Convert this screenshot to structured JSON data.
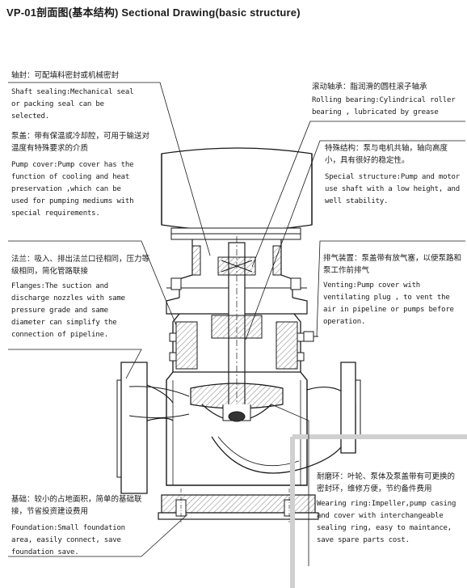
{
  "title": "VP-01剖面图(基本结构)  Sectional Drawing(basic structure)",
  "annotations": {
    "shaft_seal": {
      "zh": "轴封：可配填料密封或机械密封",
      "en": "Shaft sealing:Mechanical seal or packing seal can be selected."
    },
    "pump_cover": {
      "zh": "泵盖：带有保温或冷却腔，可用于输送对温度有特殊要求的介质",
      "en": "Pump cover:Pump cover has the function of cooling and heat preservation ,which can be used for pumping mediums with special requirements."
    },
    "flange": {
      "zh": "法兰：吸入、排出法兰口径相同，压力等级相同，简化管路联接",
      "en": "Flanges:The suction and discharge nozzles with same pressure grade and same diameter can simplify the connection of pipeline."
    },
    "foundation": {
      "zh": "基础：较小的占地面积，简单的基础联接，节省投资建设费用",
      "en": "Foundation:Small foundation area, easily connect, save foundation save."
    },
    "rolling_bearing": {
      "zh": "滚动轴承：脂润滑的圆柱滚子轴承",
      "en": "Rolling bearing:Cylindrical roller bearing , lubricated by grease"
    },
    "special_structure": {
      "zh": "特殊结构：泵与电机共轴，轴向高度小，具有很好的稳定性。",
      "en": "Special structure:Pump and motor use shaft with a low height, and well stability."
    },
    "venting": {
      "zh": "排气装置：泵盖带有放气塞，以便泵路和泵工作前排气",
      "en": "Venting:Pump cover with ventilating plug , to vent the air in pipeline or pumps before operation."
    },
    "wearing_ring": {
      "zh": "耐磨环：叶轮、泵体及泵盖带有可更换的密封环，维修方便，节约备件费用",
      "en": "Wearing ring:Impeller,pump casing and cover with interchangeable sealing ring, easy to maintance, save spare parts cost."
    }
  }
}
